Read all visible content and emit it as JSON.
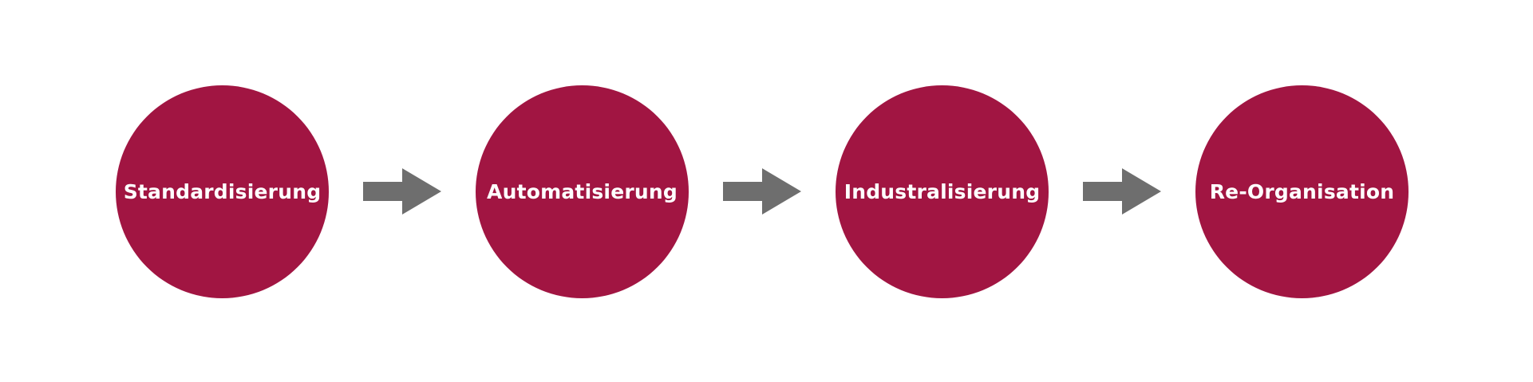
{
  "diagram": {
    "steps": [
      {
        "label": "Standardisierung"
      },
      {
        "label": "Automatisierung"
      },
      {
        "label": "Industralisierung"
      },
      {
        "label": "Re-Organisation"
      }
    ],
    "connectors": [
      {
        "icon": "arrow-right-icon"
      },
      {
        "icon": "arrow-right-icon"
      },
      {
        "icon": "arrow-right-icon"
      }
    ],
    "colors": {
      "circle": "#A11542",
      "arrow": "#6E6E6E",
      "label": "#FFFFFF"
    }
  }
}
